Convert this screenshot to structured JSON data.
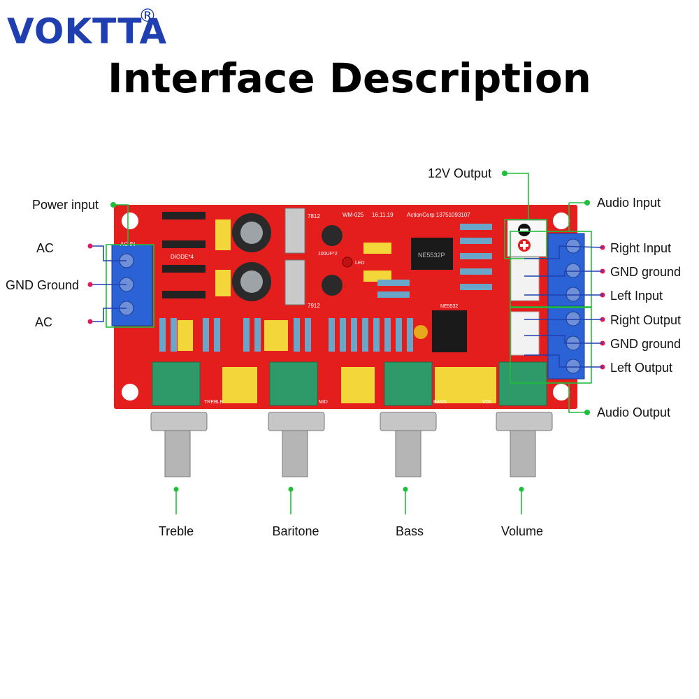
{
  "brand": {
    "name": "VOKTTA",
    "mark": "®"
  },
  "title": "Interface Description",
  "board": {
    "silkscreen": {
      "model": "WM-025",
      "date": "16.11.19",
      "maker": "ActionCorp 13751093107",
      "reg_top": "7812",
      "reg_bottom": "7912",
      "diode": "DIODE*4",
      "cap": "100UF*2",
      "opamp": "NE5532",
      "treble": "TREBLE",
      "mid": "MID",
      "bass": "BASS",
      "vol": "VOL",
      "ac_in": "AC IN",
      "led": "LED"
    },
    "chip_text": "NE5532P"
  },
  "callouts": {
    "power_input": "Power input",
    "ac_top": "AC",
    "gnd_ground_left": "GND Ground",
    "ac_bottom": "AC",
    "out_12v": "12V Output",
    "audio_input": "Audio Input",
    "right_input": "Right Input",
    "gnd_ground_in": "GND ground",
    "left_input": "Left Input",
    "right_output": "Right Output",
    "gnd_ground_out": "GND ground",
    "left_output": "Left Output",
    "audio_output": "Audio Output"
  },
  "knobs": [
    "Treble",
    "Baritone",
    "Bass",
    "Volume"
  ],
  "colors": {
    "brand": "#1f3fb0",
    "pcb": "#e41d1d",
    "terminal": "#2b63d6",
    "callout_green": "#1fbf3a",
    "callout_red": "#e0195c",
    "pot": "#2e9a6a"
  }
}
